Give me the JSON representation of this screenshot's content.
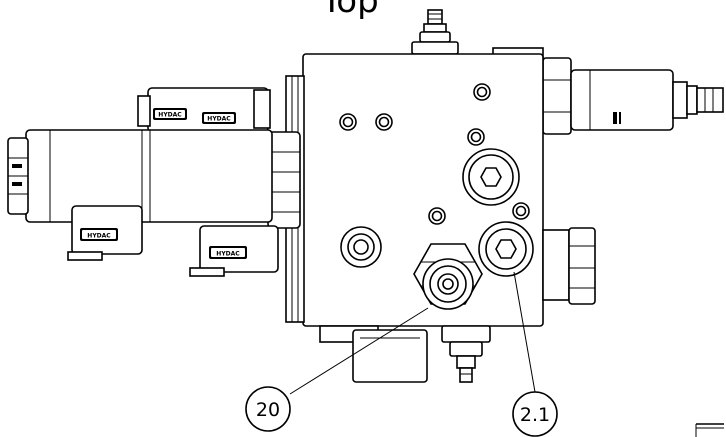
{
  "view": {
    "title": "Top"
  },
  "callouts": [
    {
      "label": "20"
    },
    {
      "label": "2.1"
    }
  ],
  "coil_tags": {
    "tag1": "HYDAC",
    "tag2": "HYDAC",
    "tag3": "HYDAC",
    "tag4": "HYDAC"
  }
}
